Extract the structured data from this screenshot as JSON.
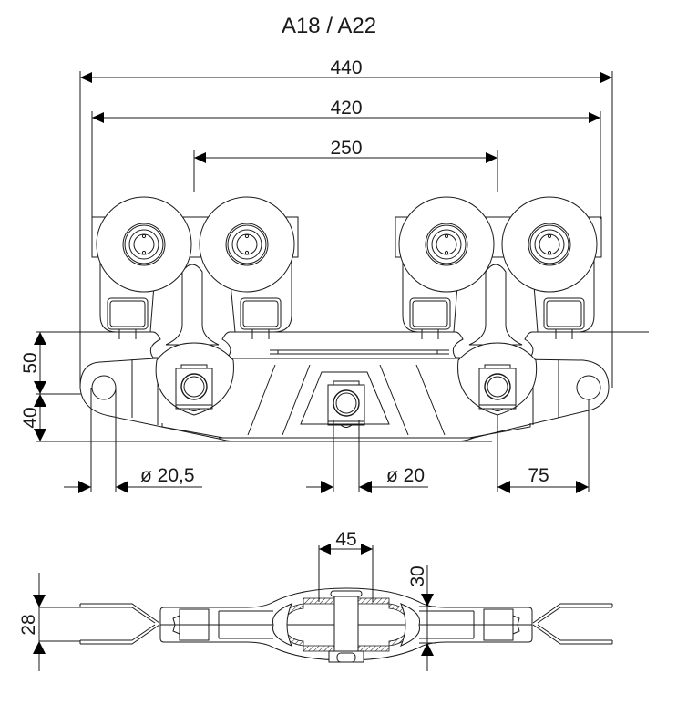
{
  "title": "A18 / A22",
  "front_view": {
    "dimensions": {
      "overall_width": "440",
      "wheel_outer_width": "420",
      "wheel_pair_spacing": "250",
      "height_upper": "50",
      "height_lower": "40",
      "end_hole_diameter": "ø 20,5",
      "center_pin_diameter": "ø 20",
      "hole_to_pin_offset": "75"
    }
  },
  "bottom_view": {
    "dimensions": {
      "center_width": "45",
      "center_height": "30",
      "arm_height": "28"
    }
  },
  "colors": {
    "line": "#1a1a1a",
    "background": "#ffffff"
  }
}
